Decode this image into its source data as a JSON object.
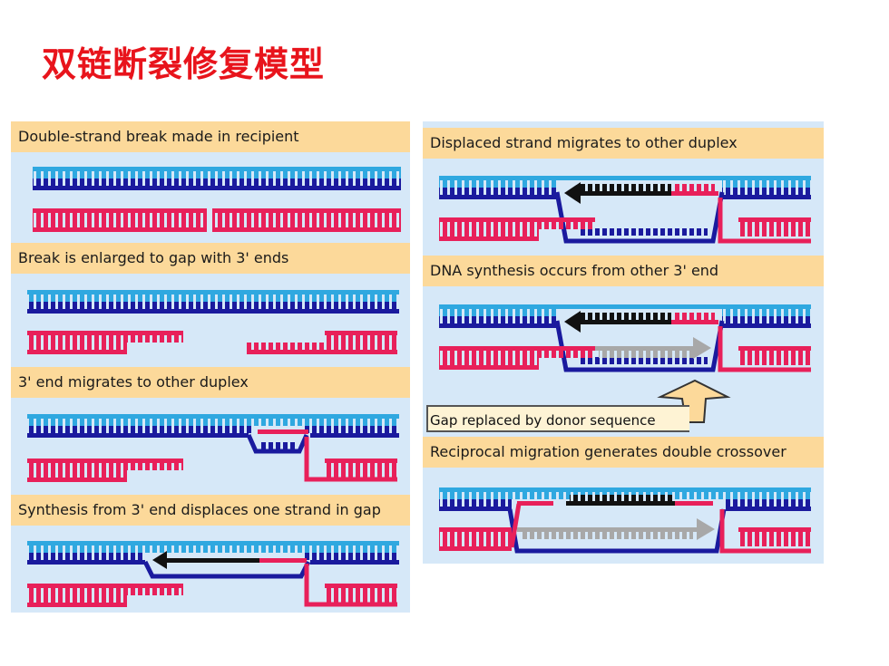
{
  "title": "双链断裂修复模型",
  "left_panel": {
    "steps": [
      "Double-strand break made in recipient",
      "Break is enlarged to gap with 3' ends",
      "3' end migrates to other duplex",
      "Synthesis from 3' end displaces one strand in gap"
    ]
  },
  "right_panel": {
    "steps": [
      "Displaced strand migrates to other duplex",
      "DNA synthesis occurs from other 3' end",
      "Reciprocal migration generates double crossover"
    ],
    "callout": "Gap replaced by donor sequence"
  },
  "colors": {
    "panel_bg": "#d6e8f8",
    "label_bg": "#fcd99a",
    "donor_light": "#2fa8e0",
    "donor_dark": "#1a1a9e",
    "recipient": "#e8205a",
    "synth_black": "#111111",
    "synth_gray": "#a8a8a8",
    "title": "#e8141c"
  }
}
